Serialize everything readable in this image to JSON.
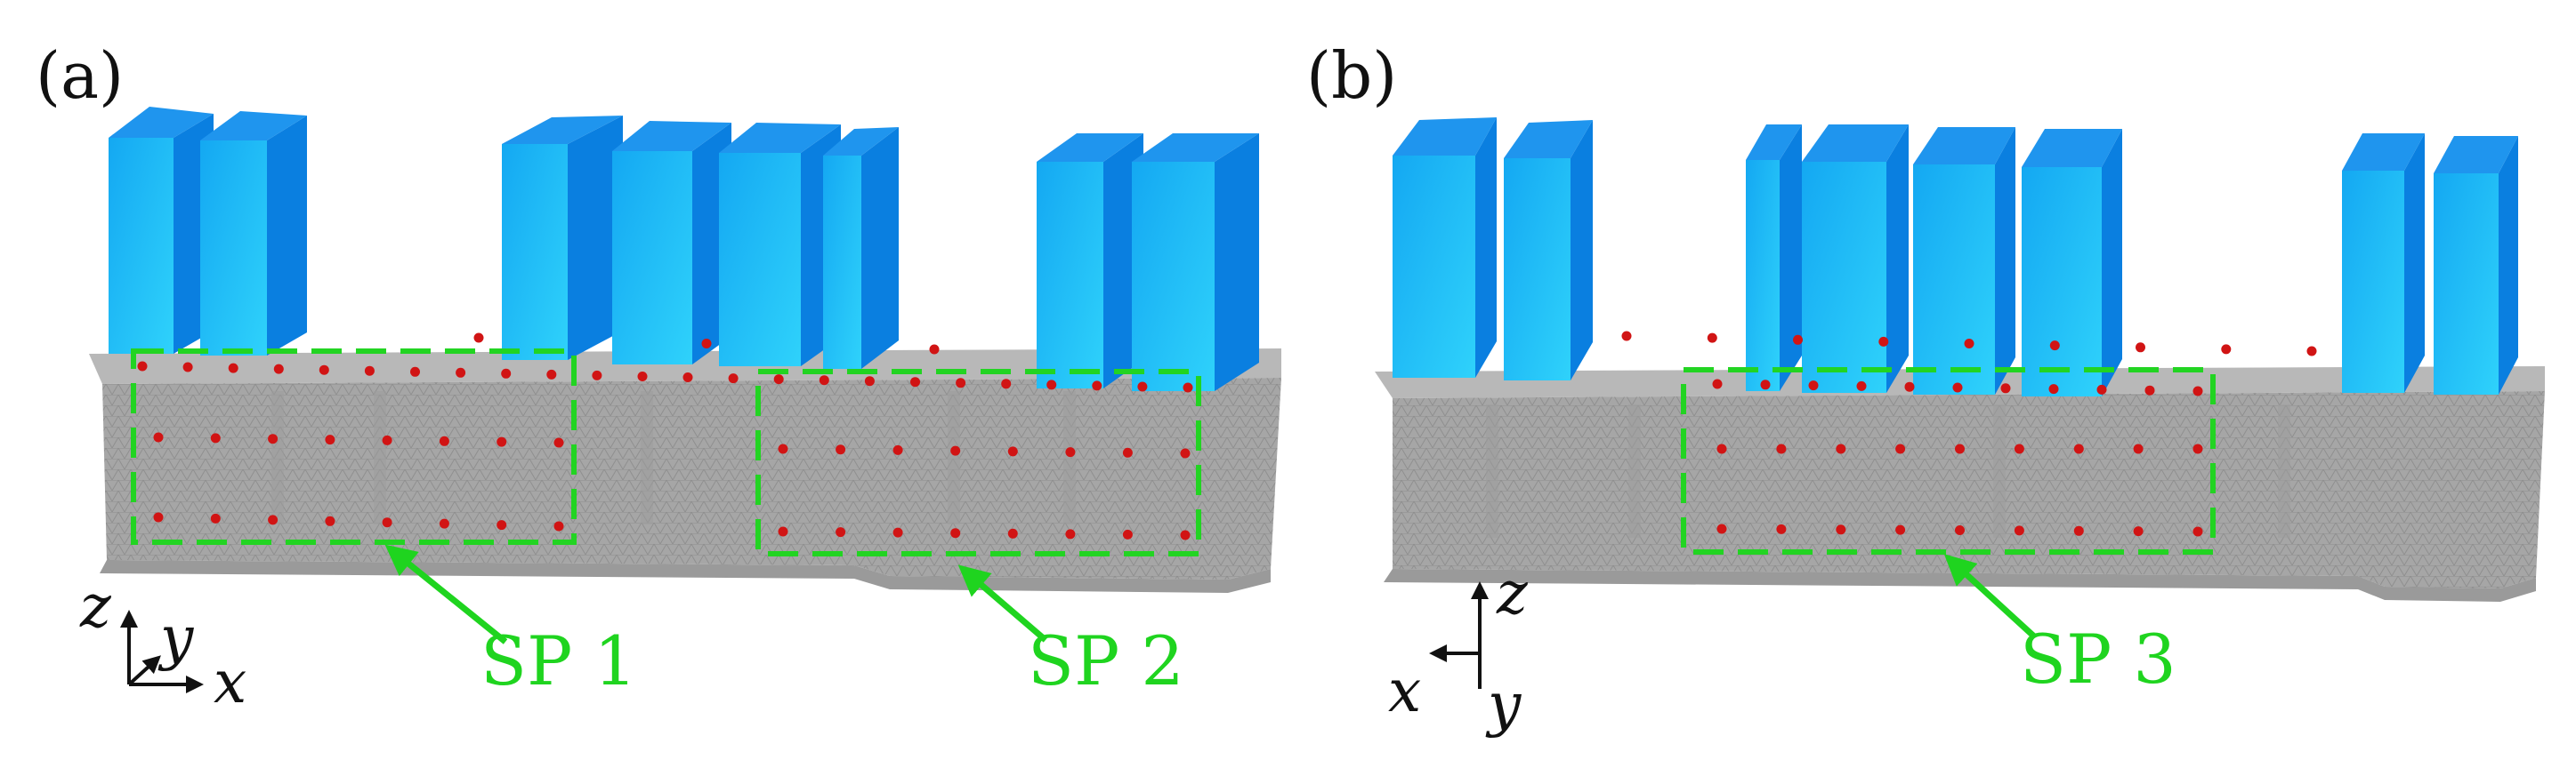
{
  "panels": [
    {
      "letter": "(a)",
      "regions": [
        "SP 1",
        "SP 2"
      ],
      "axes": {
        "vertical": "z",
        "depth": "y",
        "horizontal": "x"
      }
    },
    {
      "letter": "(b)",
      "regions": [
        "SP 3"
      ],
      "axes": {
        "vertical": "z",
        "depth": "y",
        "horizontal": "x"
      }
    }
  ],
  "colors": {
    "columns": "#17b4f5",
    "mesh": "#a8a8a8",
    "sensors": "#d11414",
    "regions": "#22d422"
  }
}
